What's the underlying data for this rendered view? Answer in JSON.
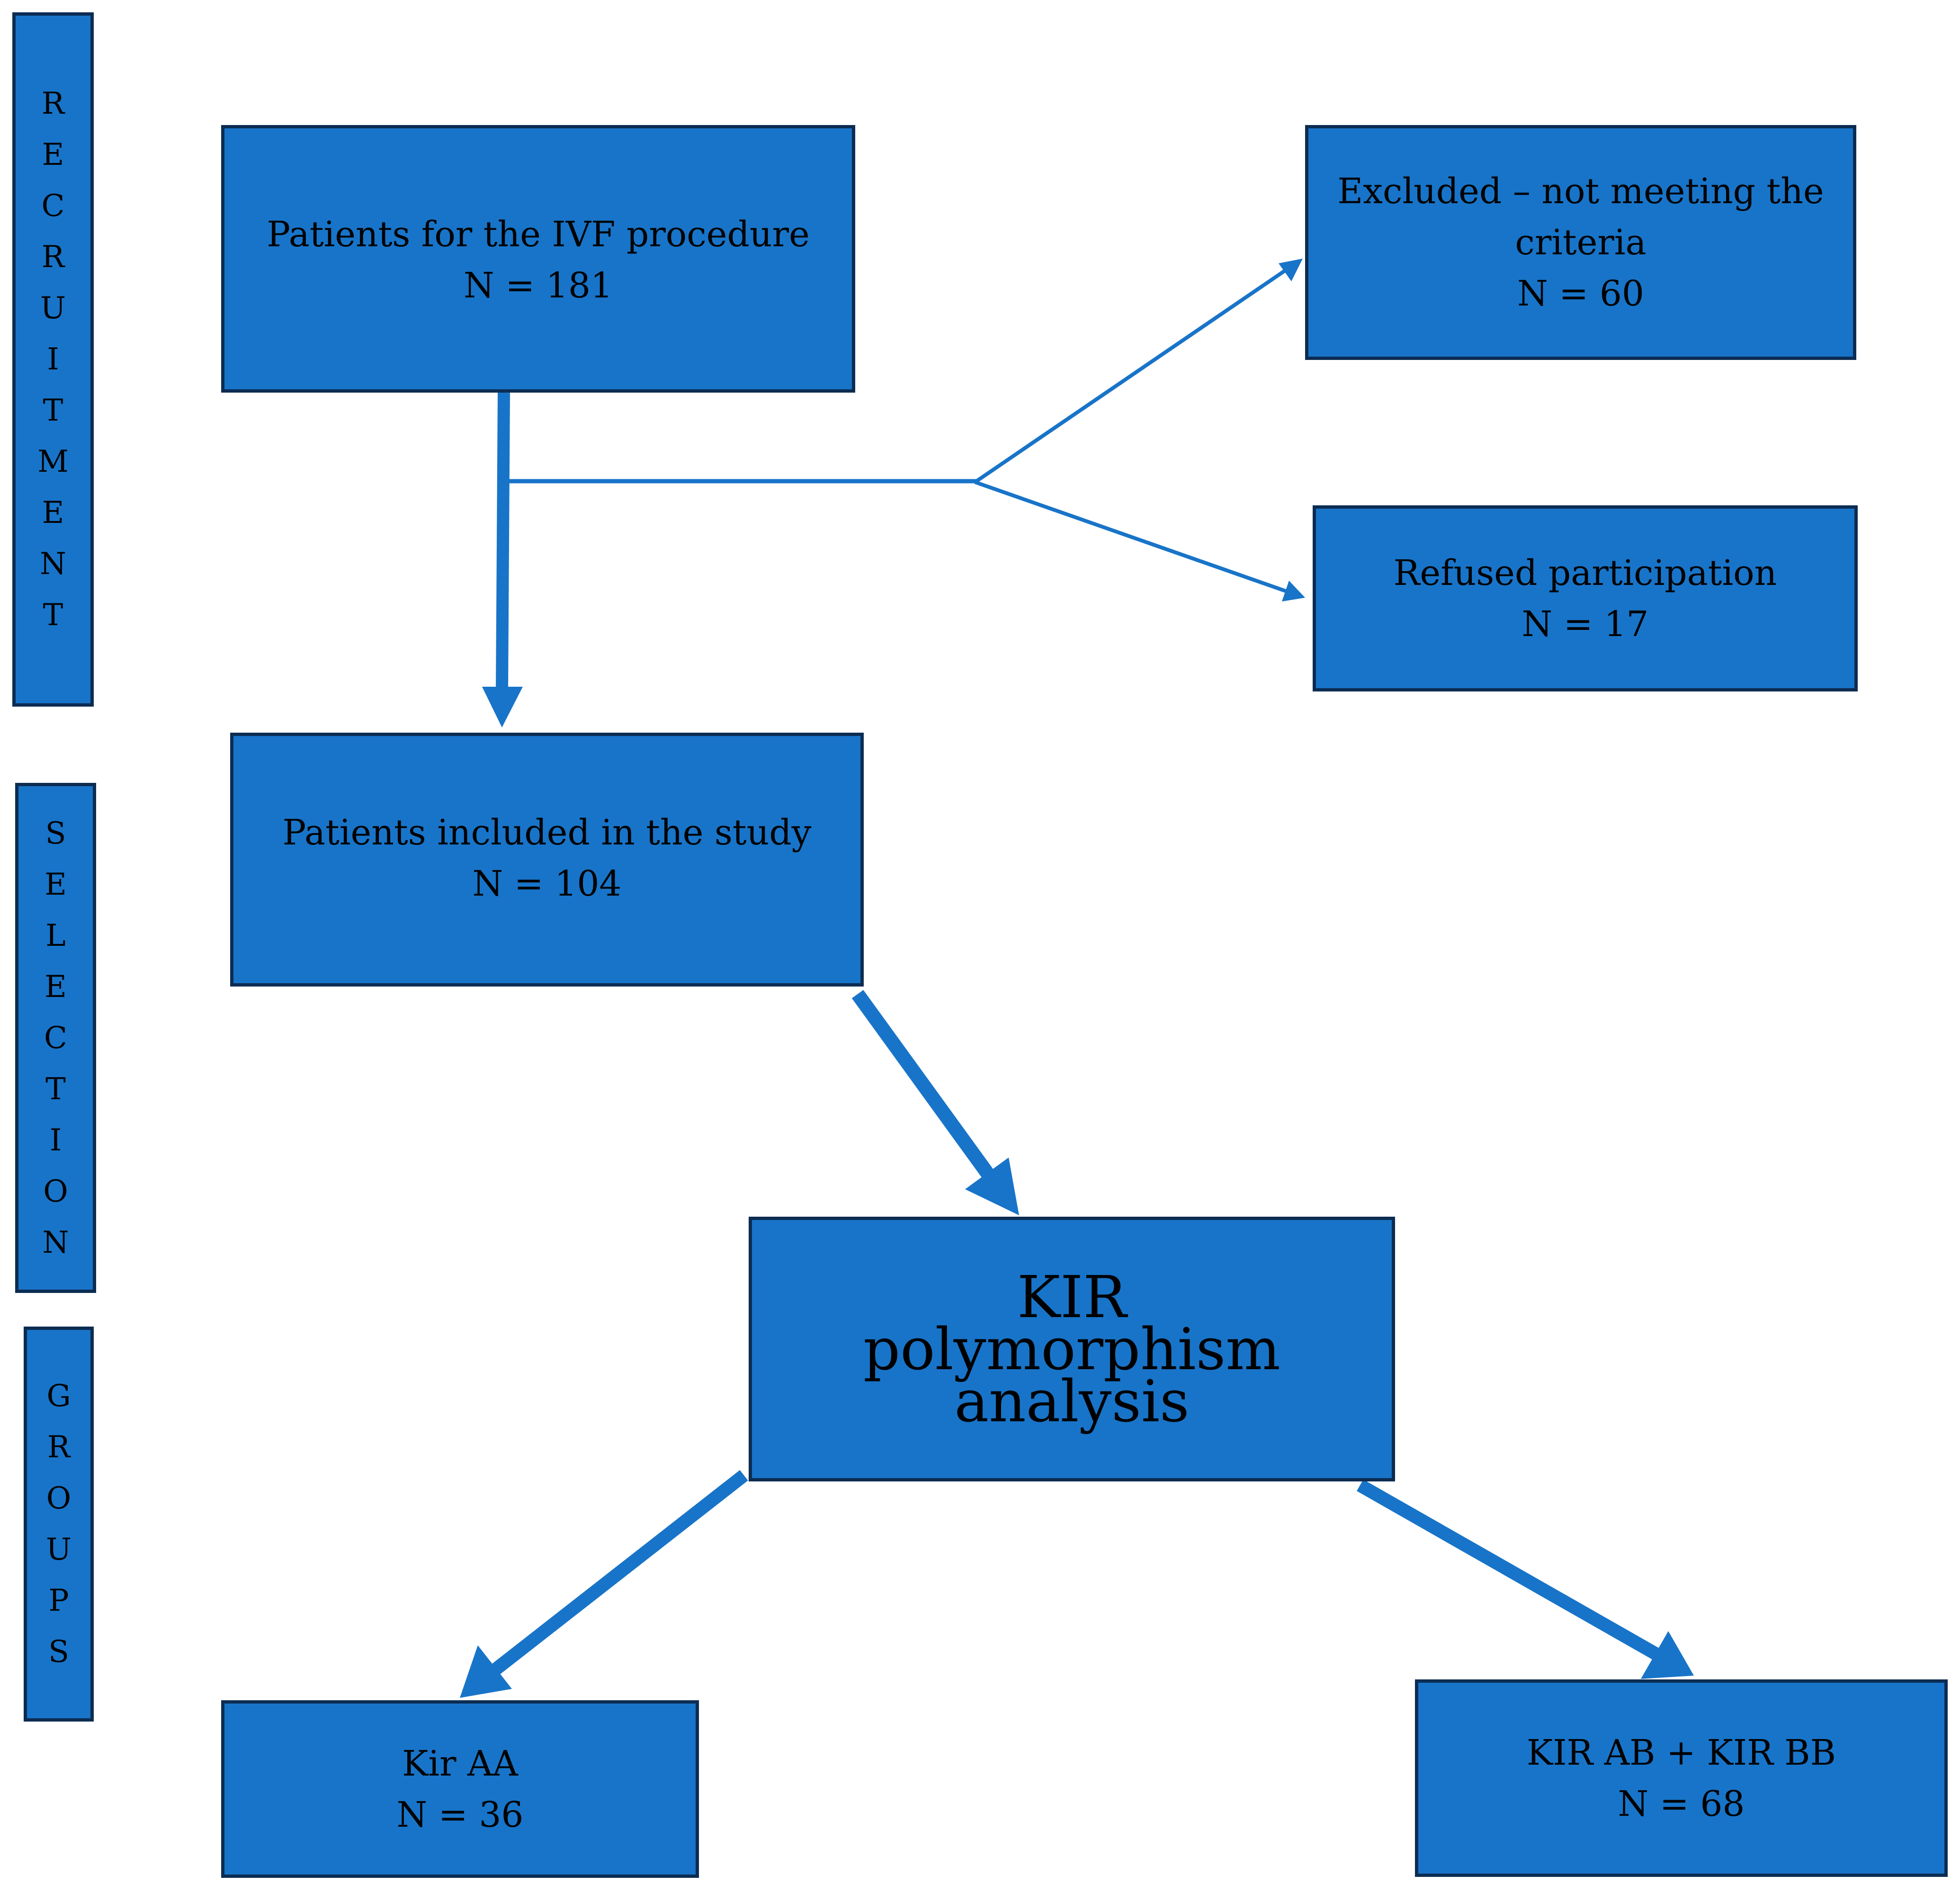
{
  "colors": {
    "box_fill": "#1874c8",
    "box_border": "#0c2c52",
    "arrow": "#1874c8"
  },
  "stages": {
    "recruitment": "RECRUITMENT",
    "selection": "SELECTION",
    "groups": "GROUPS"
  },
  "boxes": {
    "ivf": {
      "title": "Patients for the IVF procedure",
      "n": "N = 181"
    },
    "excluded": {
      "title": "Excluded – not meeting the criteria",
      "n": "N = 60"
    },
    "refused": {
      "title": "Refused participation",
      "n": "N = 17"
    },
    "included": {
      "title": "Patients included in the study",
      "n": "N = 104"
    },
    "kir": {
      "title": "KIR polymorphism analysis"
    },
    "kir_aa": {
      "title": "Kir AA",
      "n": "N = 36"
    },
    "kir_ab_bb": {
      "title": "KIR AB + KIR BB",
      "n": "N = 68"
    }
  }
}
